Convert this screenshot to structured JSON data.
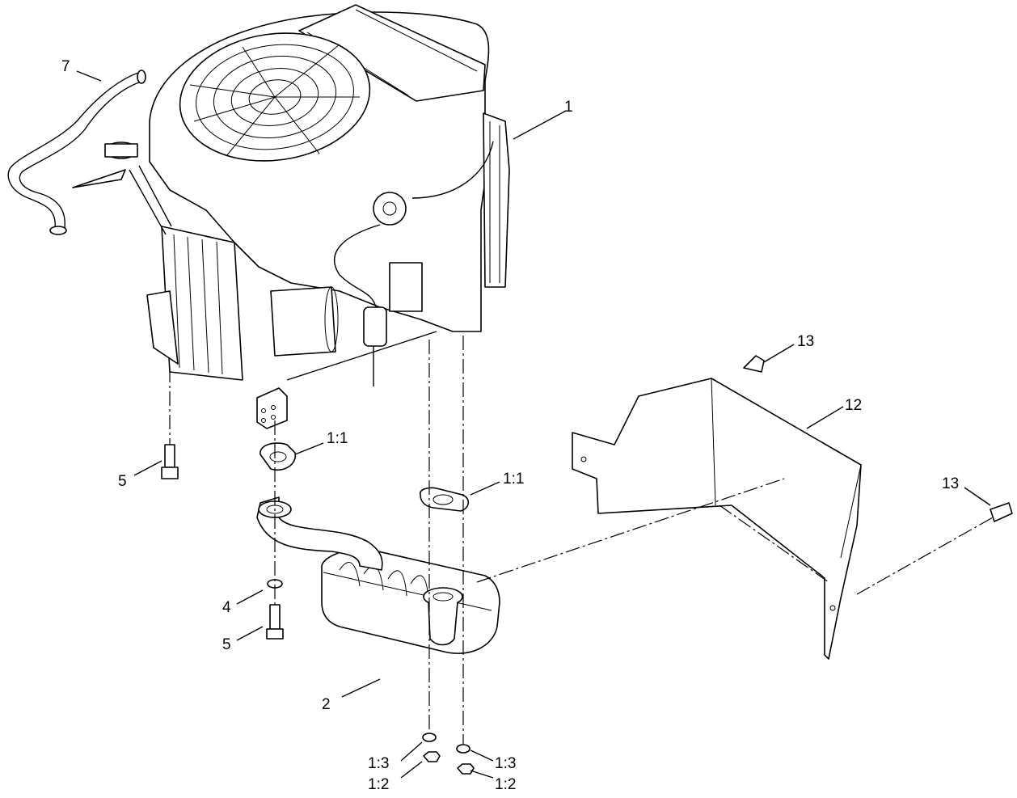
{
  "callouts": {
    "c1": "1",
    "c2": "2",
    "c4": "4",
    "c5a": "5",
    "c5b": "5",
    "c7": "7",
    "c11a": "1:1",
    "c11b": "1:1",
    "c12": "12",
    "c13a": "13",
    "c13b": "13",
    "c13c": "1:3",
    "c13d": "1:3",
    "c12c": "1:2",
    "c12d": "1:2"
  }
}
